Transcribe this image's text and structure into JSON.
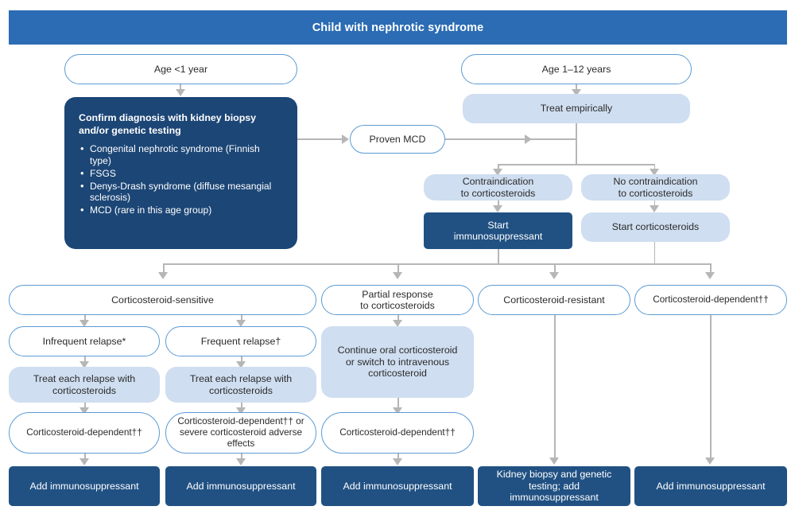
{
  "header": {
    "title": "Child with nephrotic syndrome"
  },
  "branch_left": {
    "age": "Age <1 year",
    "infobox": {
      "title": "Confirm diagnosis with kidney biopsy and/or genetic testing",
      "items": [
        "Congenital nephrotic syndrome (Finnish type)",
        "FSGS",
        "Denys-Drash syndrome (diffuse mesangial sclerosis)",
        "MCD (rare in this age group)"
      ]
    },
    "proven_mcd": "Proven MCD"
  },
  "branch_right": {
    "age": "Age 1–12 years",
    "treat_empirically": "Treat empirically",
    "contraindication": "Contraindication\nto corticosteroids",
    "no_contraindication": "No contraindication\nto corticosteroids",
    "start_immunosuppressant": "Start\nimmunosuppressant",
    "start_corticosteroids": "Start corticosteroids"
  },
  "outcomes": {
    "corticosteroid_sensitive": "Corticosteroid-sensitive",
    "partial_response": "Partial response\nto corticosteroids",
    "corticosteroid_resistant": "Corticosteroid-resistant",
    "corticosteroid_dependent": "Corticosteroid-dependent††"
  },
  "columns": {
    "infrequent": {
      "relapse": "Infrequent relapse*",
      "treat": "Treat each relapse with corticosteroids",
      "dependent": "Corticosteroid-dependent††",
      "action": "Add immunosuppressant"
    },
    "frequent": {
      "relapse": "Frequent relapse†",
      "treat": "Treat each relapse with corticosteroids",
      "dependent": "Corticosteroid-dependent†† or severe corticosteroid adverse effects",
      "action": "Add immunosuppressant"
    },
    "partial": {
      "continue": "Continue oral corticosteroid or switch to intravenous corticosteroid",
      "dependent": "Corticosteroid-dependent††",
      "action": "Add immunosuppressant"
    },
    "resistant": {
      "action": "Kidney biopsy and genetic testing; add immunosuppressant"
    },
    "dependent": {
      "action": "Add immunosuppressant"
    }
  },
  "colors": {
    "header_blue": "#2b6cb4",
    "navy": "#1c4676",
    "navy_square": "#215183",
    "light_blue": "#cfdef0",
    "outline_blue": "#5b9bd5",
    "connector_gray": "#b6b6b6",
    "text_dark": "#2b2b2b"
  }
}
